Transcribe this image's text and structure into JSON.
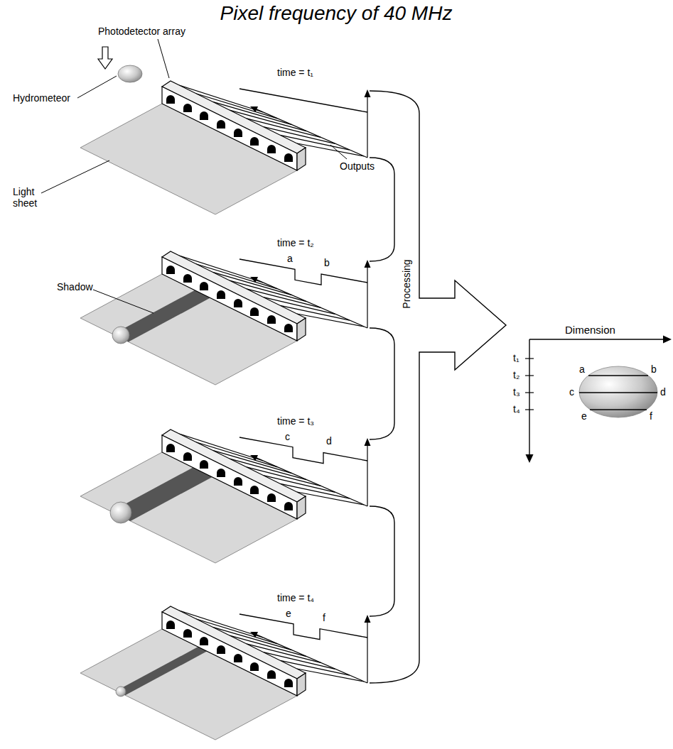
{
  "diagram": {
    "title": "Pixel frequency of 40 MHz",
    "labels": [
      "time = t₁",
      "Photodetector array",
      "Hydrometeor",
      "Outputs",
      "Light sheet",
      "time = t₂",
      "a",
      "b",
      "Shadow",
      "time = t₃",
      "c",
      "d",
      "time = t₄",
      "e",
      "f",
      "Processing",
      "Dimension",
      "t₁",
      "t₂",
      "t₃",
      "t₄",
      "a",
      "b",
      "c",
      "d",
      "e",
      "f"
    ]
  }
}
